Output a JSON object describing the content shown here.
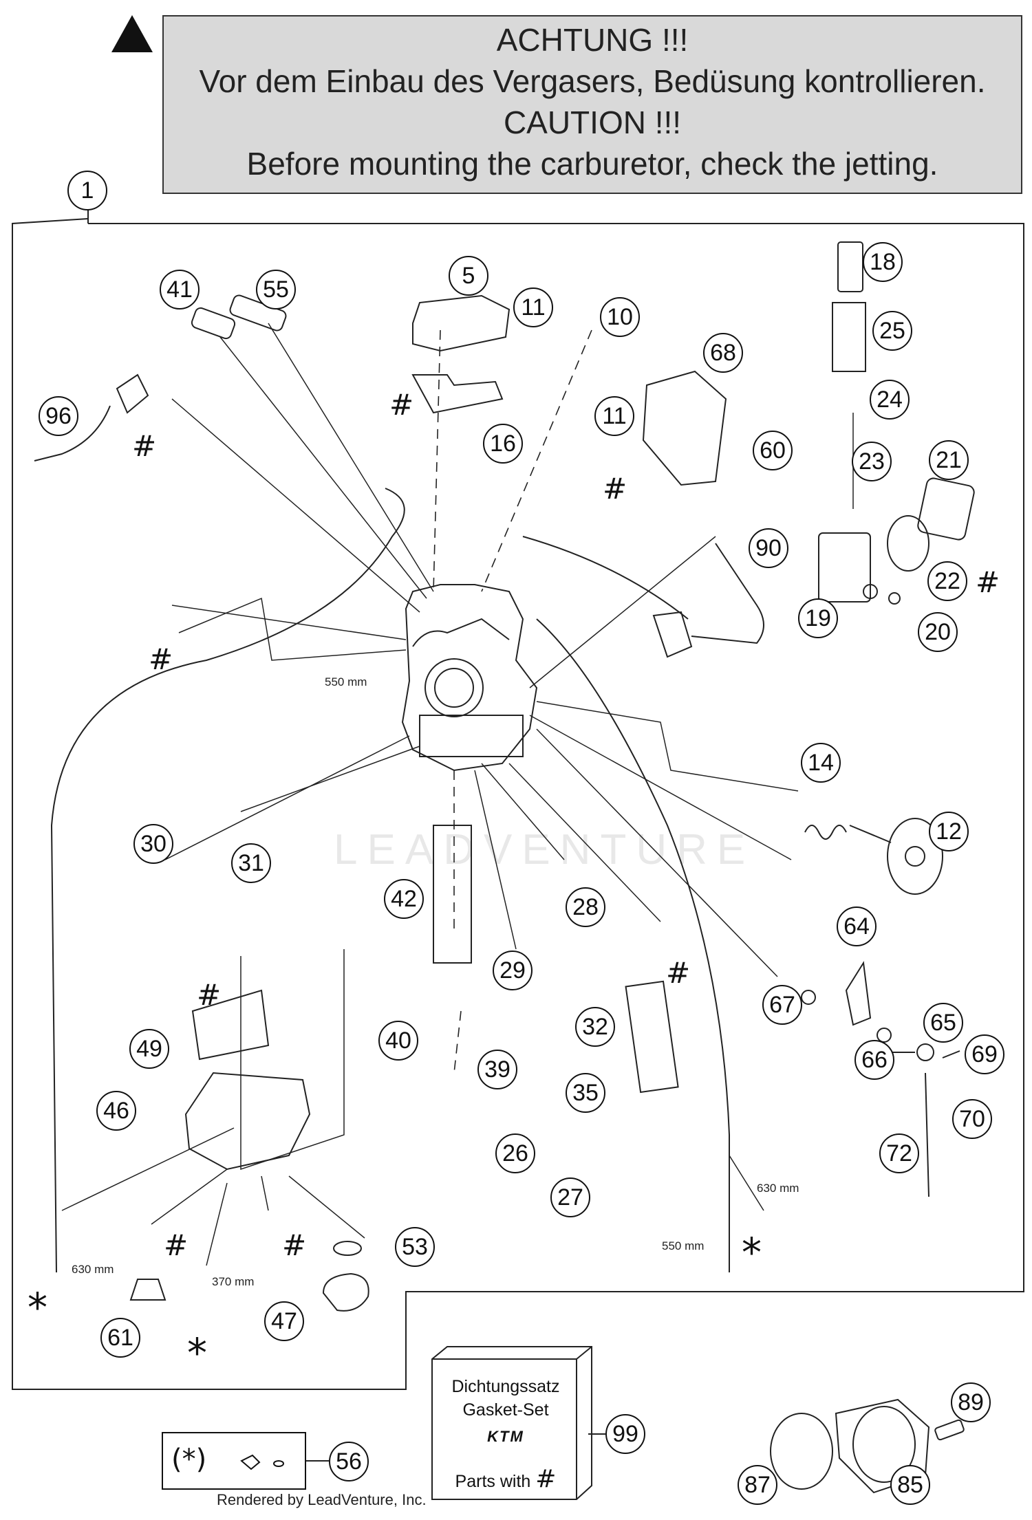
{
  "caution": {
    "line1": "ACHTUNG !!!",
    "line2": "Vor dem Einbau des Vergasers, Bedüsung kontrollieren.",
    "line3": "CAUTION !!!",
    "line4": "Before mounting the carburetor, check the jetting."
  },
  "callouts": {
    "c1": "1",
    "c5": "5",
    "c10": "10",
    "c11a": "11",
    "c11b": "11",
    "c12": "12",
    "c14": "14",
    "c16": "16",
    "c18": "18",
    "c19": "19",
    "c20": "20",
    "c21": "21",
    "c22": "22",
    "c23": "23",
    "c24": "24",
    "c25": "25",
    "c26": "26",
    "c27": "27",
    "c28": "28",
    "c29": "29",
    "c30": "30",
    "c31": "31",
    "c32": "32",
    "c35": "35",
    "c39": "39",
    "c40": "40",
    "c41": "41",
    "c42": "42",
    "c46": "46",
    "c47": "47",
    "c49": "49",
    "c53": "53",
    "c55": "55",
    "c56": "56",
    "c60": "60",
    "c61": "61",
    "c64": "64",
    "c65": "65",
    "c66": "66",
    "c67": "67",
    "c68": "68",
    "c69": "69",
    "c70": "70",
    "c72": "72",
    "c85": "85",
    "c87": "87",
    "c89": "89",
    "c90": "90",
    "c96": "96",
    "c99": "99"
  },
  "lengths": {
    "l550a": "550 mm",
    "l550b": "550 mm",
    "l630a": "630 mm",
    "l630b": "630 mm",
    "l370": "370 mm"
  },
  "marks": {
    "hash": "#",
    "star": "*",
    "kit_symbol": "(*)"
  },
  "gasket_set": {
    "line1": "Dichtungssatz",
    "line2": "Gasket-Set",
    "brand": "KTM",
    "line3": "Parts with"
  },
  "footer": "Rendered by LeadVenture, Inc.",
  "watermark": "LEADVENTURE"
}
